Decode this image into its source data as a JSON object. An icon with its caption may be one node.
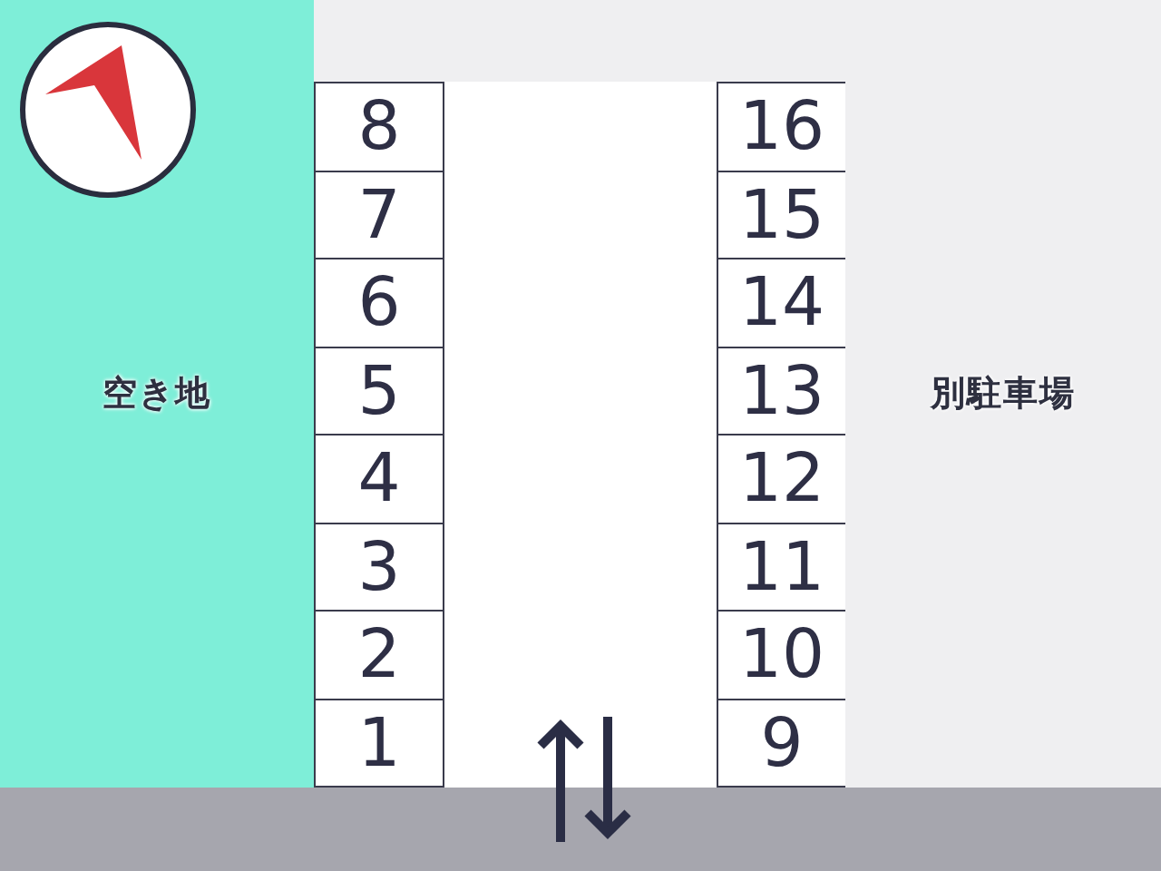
{
  "diagram": {
    "nodes": [
      {
        "text": [
          "空き地"
        ]
      },
      {
        "text": [
          "8"
        ]
      },
      {
        "text": [
          "7"
        ]
      },
      {
        "text": [
          "6"
        ]
      },
      {
        "text": [
          "5"
        ]
      },
      {
        "text": [
          "4"
        ]
      },
      {
        "text": [
          "3"
        ]
      },
      {
        "text": [
          "2"
        ]
      },
      {
        "text": [
          "1"
        ]
      },
      {
        "text": [
          "16"
        ]
      },
      {
        "text": [
          "15"
        ]
      },
      {
        "text": [
          "14"
        ]
      },
      {
        "text": [
          "13"
        ]
      },
      {
        "text": [
          "12"
        ]
      },
      {
        "text": [
          "11"
        ]
      },
      {
        "text": [
          "10"
        ]
      },
      {
        "text": [
          "9"
        ]
      },
      {
        "text": [
          "別駐車場"
        ]
      }
    ],
    "edges": []
  }
}
